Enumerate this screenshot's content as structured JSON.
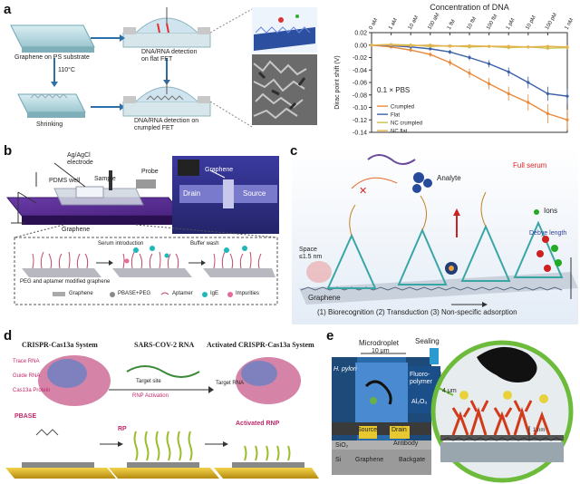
{
  "panels": {
    "a": {
      "label": "a",
      "texts": {
        "graphene_ps": "Graphene on PS substrate",
        "temp": "110°C",
        "shrinking": "Shrinking",
        "flat_det": "DNA/RNA detection\non flat FET",
        "crumpled_det": "DNA/RNA detection on\ncrumpled FET",
        "pbs": "0.1 × PBS"
      }
    },
    "b": {
      "label": "b",
      "texts": {
        "agagcl": "Ag/AgCl\nelectrode",
        "pdms": "PDMS well",
        "sample": "Sample",
        "probe": "Probe",
        "graphene": "Graphene",
        "drain": "Drain",
        "source": "Source",
        "graphene2": "Graphene",
        "serum": "Serum introduction",
        "buffer": "Buffer wash",
        "peg": "PEG and aptamer modified graphene",
        "leg_graphene": "Graphene",
        "leg_pbase": "PBASE+PEG",
        "leg_aptamer": "Aptamer",
        "leg_igE": "IgE",
        "leg_imp": "Impurities"
      }
    },
    "c": {
      "label": "c",
      "texts": {
        "full_serum": "Full serum",
        "analyte": "Analyte",
        "ions": "Ions",
        "debye": "Debye length",
        "space": "Space\n≤1.5 nm",
        "graphene": "Graphene",
        "caption": "(1) Biorecognition (2) Transduction (3) Non-specific adsorption"
      }
    },
    "d": {
      "label": "d",
      "texts": {
        "crispr": "CRISPR-Cas13a System",
        "sars": "SARS-COV-2 RNA",
        "activated": "Activated CRISPR-Cas13a System",
        "trace": "Trace RNA",
        "guide": "Guide RNA",
        "cas13a": "Cas13a Protein",
        "target_site": "Target site",
        "rnp_act": "RNP Activation",
        "target_rna": "Target RNA",
        "pbase": "PBASE",
        "rp": "RP",
        "act_rnp": "Activated RNP"
      }
    },
    "e": {
      "label": "e",
      "texts": {
        "microdroplet": "Microdroplet",
        "sealing": "Sealing",
        "width": "10 μm",
        "pylori": "H. pylori",
        "fluoro": "Fluoro-\npolymer",
        "al2o3": "Al₂O₃",
        "source": "Source",
        "drain": "Drain",
        "antibody": "Antibody",
        "sio2": "SiO₂",
        "si": "Si",
        "graphene": "Graphene",
        "backgate": "Backgate",
        "um4": "4 μm",
        "nm": "1 nm"
      }
    }
  },
  "chart_data": {
    "type": "line",
    "title": "Concentration of DNA",
    "ylabel": "Dirac point shift (V)",
    "categories": [
      "0 aM",
      "1 aM",
      "10 aM",
      "100 aM",
      "1 fM",
      "10 fM",
      "100 fM",
      "1 pM",
      "10 pM",
      "100 pM",
      "1 nM"
    ],
    "ylim": [
      -0.14,
      0.02
    ],
    "yticks": [
      "0.02",
      "0.00",
      "-0.02",
      "-0.04",
      "-0.06",
      "-0.08",
      "-0.10",
      "-0.12",
      "-0.14"
    ],
    "legend_position": "bottom-left",
    "series": [
      {
        "name": "Crumpled",
        "color": "#e9893a",
        "values": [
          0,
          -0.003,
          -0.008,
          -0.015,
          -0.028,
          -0.045,
          -0.062,
          -0.078,
          -0.092,
          -0.11,
          -0.12
        ]
      },
      {
        "name": "Flat",
        "color": "#3b5fa8",
        "values": [
          0,
          -0.001,
          -0.003,
          -0.006,
          -0.011,
          -0.02,
          -0.03,
          -0.043,
          -0.06,
          -0.078,
          -0.082
        ]
      },
      {
        "name": "NC crumpled",
        "color": "#c9c04a",
        "values": [
          0,
          0.001,
          0,
          -0.002,
          -0.001,
          -0.003,
          -0.002,
          -0.004,
          -0.003,
          -0.005,
          -0.004
        ]
      },
      {
        "name": "NC flat",
        "color": "#e6b24f",
        "values": [
          0,
          0,
          -0.001,
          0,
          -0.002,
          -0.001,
          -0.002,
          -0.002,
          -0.003,
          -0.002,
          -0.003
        ]
      }
    ]
  }
}
